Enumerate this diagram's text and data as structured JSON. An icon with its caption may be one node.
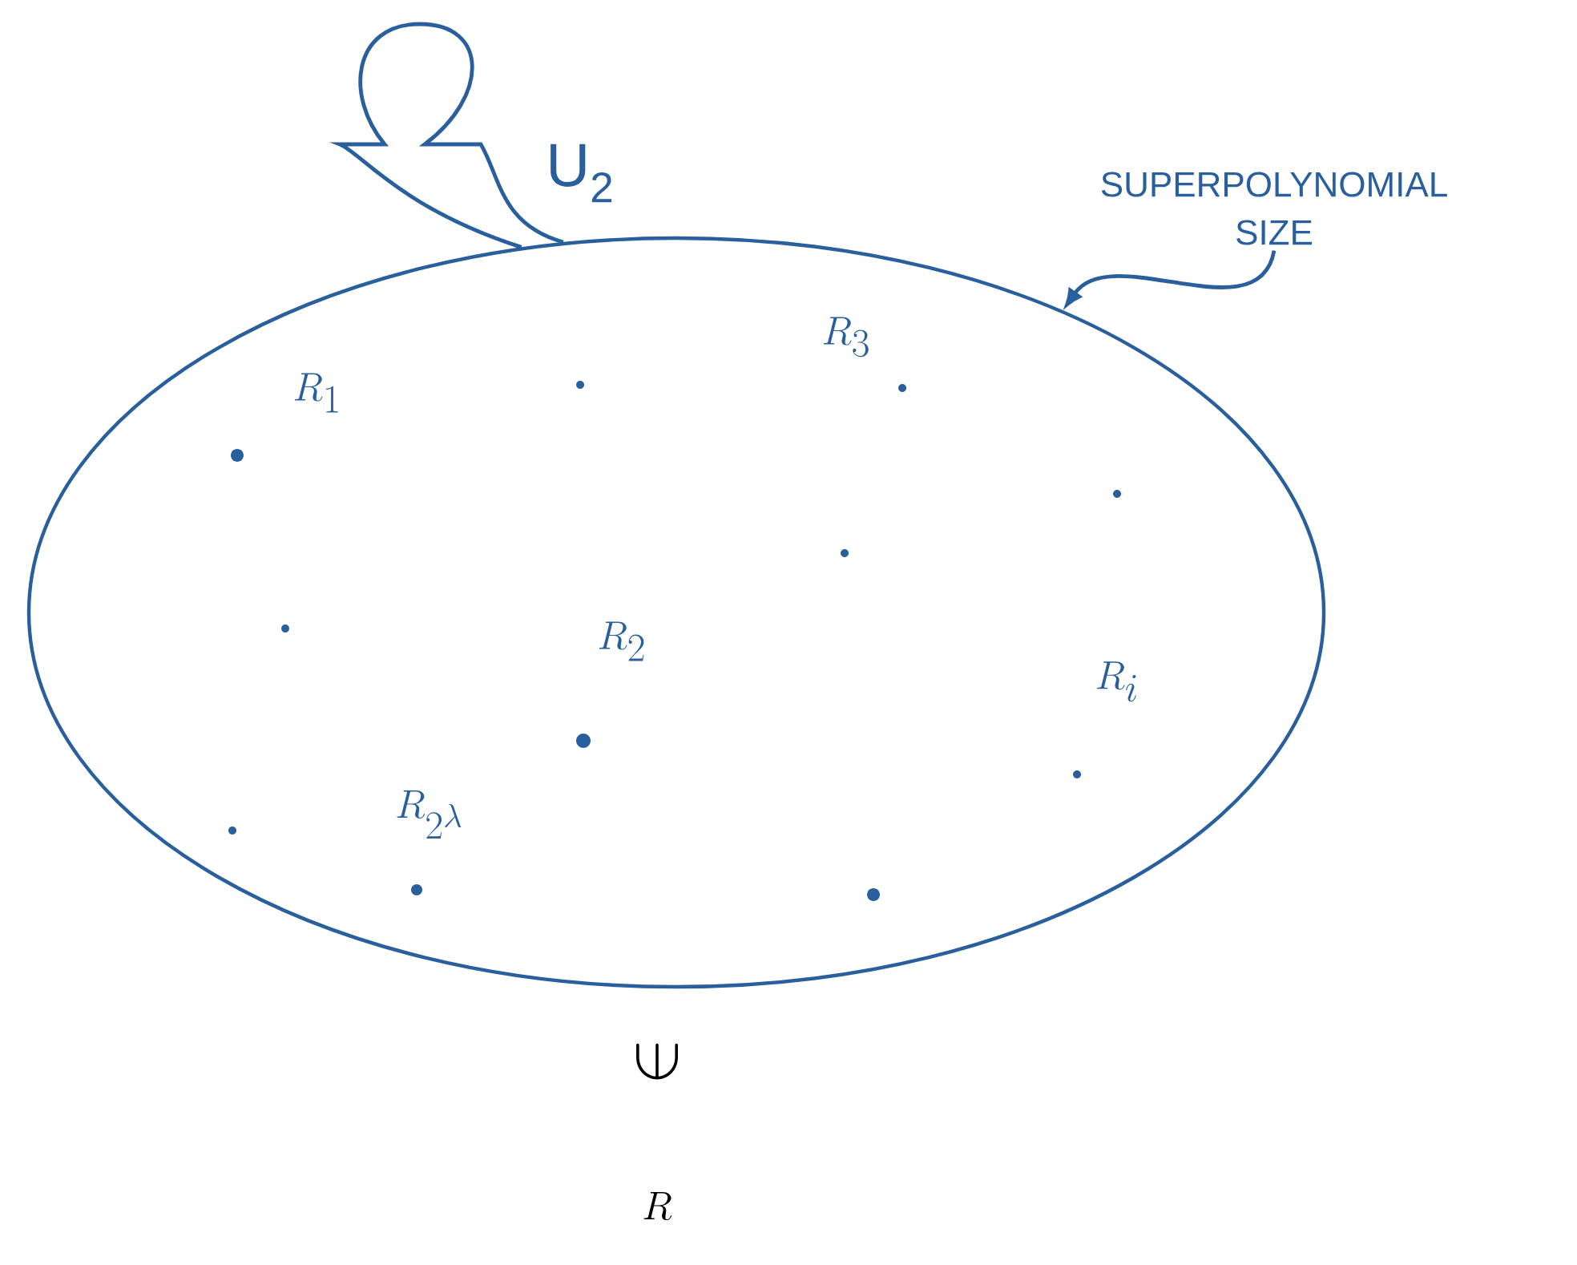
{
  "diagram": {
    "nodes": [
      {
        "text": [],
        "shape": "ellipse"
      },
      {
        "text": [
          "SUPERPOLYNOMIAL SIZE"
        ]
      }
    ],
    "edges": [
      {
        "from": 0,
        "to": 0,
        "arrow": "none",
        "label": "U$_{2}$"
      },
      {
        "from": 1,
        "to": 0,
        "arrow": "to"
      }
    ],
    "labels": [
      "R_{1}",
      "R_{3}",
      "R_{2}",
      "R_{i}",
      "R_{2^{\\lambda}}",
      "\\in",
      "R"
    ]
  }
}
